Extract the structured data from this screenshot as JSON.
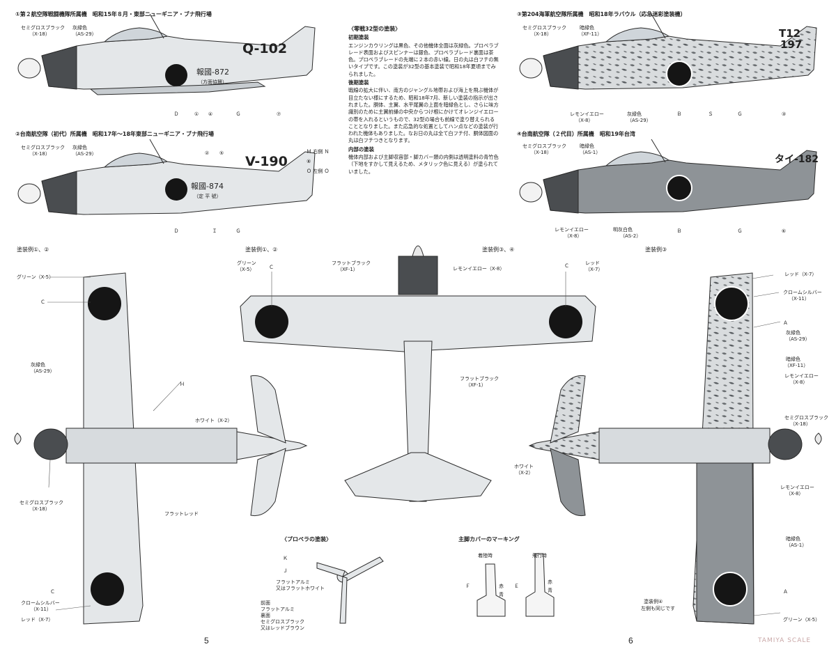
{
  "colors": {
    "ink": "#2a2a2a",
    "light": "#dfe3e6",
    "mid": "#9ea3a7",
    "dark": "#4a4d50",
    "black": "#151515"
  },
  "headers": {
    "p1": "①第２航空隊戦闘機隊所属機　昭和15年８月・東部ニューギニア・ブナ飛行場",
    "p2": "②台南航空隊（初代）所属機　昭和17年〜18年東部ニューギニア・ブナ飛行場",
    "p3": "③第204海軍航空隊所属機　昭和18年ラバウル（応急迷彩塗装機）",
    "p4": "④台南航空隊（２代目）所属機　昭和19年台湾",
    "center": "〈零戦32型の塗装〉"
  },
  "text_block": {
    "early_title": "初期塗装",
    "early": "エンジンカウリングは黒色、その他機体全面は灰緑色。プロペラブレード表面およびスピンナーは銀色、プロペラブレード裏面は茶色。プロペラブレードの先端に２本の赤い線。日の丸は白フチの無いタイプです。この塗装が32型の基本塗装で昭和18年夏頃までみられました。",
    "late_title": "後期塗装",
    "late": "戦線の拡大に伴い、南方のジャングル地帯および海上を飛ぶ機体が目立たない様にするため、昭和18年7月、新しい塗装の指示が出されました。胴体、主翼、水平尾翼の上面を暗緑色とし、さらに味方識別のために主翼前縁の中央からつけ根にかけてオレンジイエローの帯を入れるというもので、32型の場合も前線で塗り替えられることとなりました。また応急的な処置としてハン点などの塗装が行われた機体もありました。なお日の丸は全て白フチ付、胴体図面の丸は白フチつきとなります。",
    "interior_title": "内部の塗装",
    "interior": "機体内部および主脚収容部・脚カバー類の内側は透明塗料の青竹色（下地をすかして見えるため、メタリック色に見える）が塗られていました。"
  },
  "profile1": {
    "code": "Q-102",
    "hokoku": "報國-872",
    "sub": "（方面協賛）",
    "callouts": [
      "Ｄ",
      "①",
      "④",
      "Ｇ",
      "⑦"
    ],
    "labels": [
      "セミグロスブラック",
      "（X-18）",
      "灰緑色",
      "（AS-29）"
    ]
  },
  "profile2": {
    "code": "V-190",
    "hokoku": "報國-874",
    "sub": "（定 平 號）",
    "callouts": [
      "Ｄ",
      "Ｉ",
      "Ｇ"
    ],
    "top_callouts": [
      "②",
      "⑤"
    ],
    "side": [
      "Ｍ 右側 Ｎ",
      "⑧",
      "Ｏ 左側 Ｏ"
    ],
    "labels": [
      "セミグロスブラック",
      "（X-18）",
      "灰緑色",
      "（AS-29）"
    ]
  },
  "profile3": {
    "code1": "T12",
    "code2": "197",
    "callouts": [
      "Ｂ",
      "Ｓ",
      "Ｇ",
      "③"
    ],
    "labels": [
      "セミグロスブラック",
      "（X-18）",
      "暗緑色",
      "（XF-11）",
      "レモンイエロー",
      "（X-8）",
      "灰緑色",
      "（AS-29）"
    ]
  },
  "profile4": {
    "code": "タイ-182",
    "callouts": [
      "Ｂ",
      "Ｇ",
      "⑥"
    ],
    "labels": [
      "セミグロスブラック",
      "（X-18）",
      "暗緑色",
      "（AS-1）",
      "レモンイエロー",
      "（X-8）",
      "明灰白色",
      "（AS-2）"
    ]
  },
  "plan_left": {
    "section": "塗装例①、②",
    "labels": [
      "グリーン（X-5）",
      "灰緑色",
      "（AS-29）",
      "セミグロスブラック",
      "（X-18）",
      "クロームシルバー",
      "（X-11）",
      "レッド（X-7）",
      "フラットレッド",
      "ホワイト（X-2）"
    ],
    "callouts": [
      "Ｃ",
      "Ｈ",
      "Ｃ"
    ]
  },
  "plan_center": {
    "section_l": "塗装例①、②",
    "section_r": "塗装例③、④",
    "labels": [
      "グリーン",
      "（X-5）",
      "フラットブラック",
      "（XF-1）",
      "レモンイエロー（X-8）",
      "レッド",
      "（X-7）",
      "フラットブラック",
      "（XF-1）",
      "ホワイト",
      "（X-2）"
    ],
    "callouts": [
      "Ｃ",
      "Ｃ"
    ]
  },
  "plan_right": {
    "section": "塗装例③",
    "labels": [
      "レッド（X-7）",
      "クロームシルバー",
      "（X-11）",
      "灰緑色",
      "（AS-29）",
      "暗緑色",
      "（XF-11）",
      "レモンイエロー",
      "（X-8）",
      "セミグロスブラック",
      "（X-18）",
      "レモンイエロー",
      "（X-8）",
      "暗緑色",
      "（AS-1）",
      "グリーン（X-5）"
    ],
    "callouts": [
      "Ａ",
      "Ａ"
    ],
    "note1": "塗装例④",
    "note2": "左側も同じです"
  },
  "propeller": {
    "title": "〈プロペラの塗装〉",
    "callouts": [
      "Ｋ",
      "Ｊ"
    ],
    "lines": [
      "フラットアルミ",
      "又はフラットホワイト",
      "前面",
      "フラットアルミ",
      "裏面",
      "セミグロスブラック",
      "又はレッドブラウン"
    ]
  },
  "gear_cover": {
    "title": "主脚カバーのマーキング",
    "left": "着陸時",
    "right": "飛行時",
    "callouts": [
      "Ｆ",
      "Ｅ"
    ],
    "marks": [
      "赤",
      "青",
      "赤",
      "青"
    ]
  },
  "pages": {
    "left": "5",
    "right": "6"
  },
  "watermark": "TAMIYA SCALE"
}
